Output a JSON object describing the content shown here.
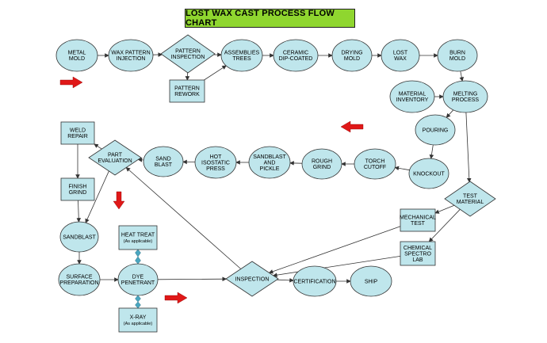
{
  "title": "LOST WAX CAST PROCESS FLOW CHART",
  "colors": {
    "node_fill": "#bfe6ec",
    "stroke": "#333333",
    "arrow_red": "#e01818",
    "title_bg": "#8fd62f",
    "connector": "#4aa6c0"
  },
  "nodes": {
    "metal_mold": [
      "METAL",
      "MOLD"
    ],
    "wax_pattern_injection": [
      "WAX PATTERN",
      "INJECTION"
    ],
    "pattern_inspection": [
      "PATTERN",
      "INSPECTION"
    ],
    "pattern_rework": [
      "PATTERN",
      "REWORK"
    ],
    "assemblies_trees": [
      "ASSEMBLIES",
      "TREES"
    ],
    "ceramic_dip_coated": [
      "CERAMIC",
      "DIP-COATED"
    ],
    "drying_mold": [
      "DRYING",
      "MOLD"
    ],
    "lost_wax": [
      "LOST",
      "WAX"
    ],
    "burn_mold": [
      "BURN",
      "MOLD"
    ],
    "material_inventory": [
      "MATERIAL",
      "INVENTORY"
    ],
    "melting_process": [
      "MELTING",
      "PROCESS"
    ],
    "pouring": [
      "POURING"
    ],
    "knockout": [
      "KNOCKOUT"
    ],
    "torch_cutoff": [
      "TORCH",
      "CUTOFF"
    ],
    "rough_grind": [
      "ROUGH",
      "GRIND"
    ],
    "sandblast_pickle": [
      "SANDBLAST",
      "AND",
      "PICKLE"
    ],
    "hot_isostatic_press": [
      "HOT",
      "ISOSTATIC",
      "PRESS"
    ],
    "sand_blast": [
      "SAND",
      "BLAST"
    ],
    "part_evaluation": [
      "PART",
      "EVALUATION"
    ],
    "weld_repair": [
      "WELD",
      "REPAIR"
    ],
    "finish_grind": [
      "FINISH",
      "GRIND"
    ],
    "sandblast": [
      "SANDBLAST"
    ],
    "surface_preparation": [
      "SURFACE",
      "PREPARATION"
    ],
    "heat_treat": [
      "HEAT TREAT",
      "(As applicable)"
    ],
    "dye_penetrant": [
      "DYE",
      "PENETRANT"
    ],
    "x_ray": [
      "X-RAY",
      "(As applicable)"
    ],
    "test_material": [
      "TEST",
      "MATERIAL"
    ],
    "mechanical_test": [
      "MECHANICAL",
      "TEST"
    ],
    "chemical_spectro_lab": [
      "CHEMICAL",
      "SPECTRO",
      "LAB"
    ],
    "inspection": [
      "INSPECTION"
    ],
    "certification": [
      "CERTIFICATION"
    ],
    "ship": [
      "SHIP"
    ]
  }
}
